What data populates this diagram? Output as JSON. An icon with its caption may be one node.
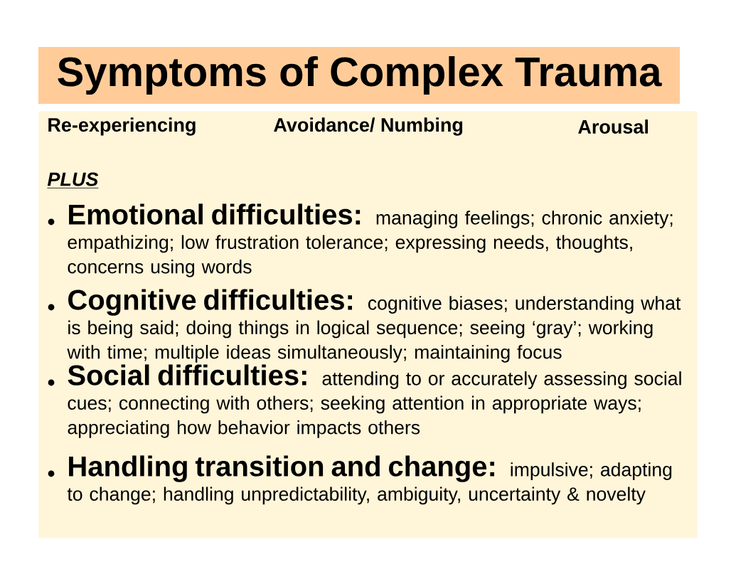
{
  "diagram": {
    "nodes": [
      {
        "text": [
          "Symptoms of Complex Trauma"
        ]
      },
      {
        "text": [
          "Re-experiencing",
          "Avoidance/ Numbing",
          "Arousal",
          "PLUS",
          "Emotional difficulties:",
          "managing feelings; chronic anxiety; empathizing; low frustration tolerance; expressing needs, thoughts, concerns using words",
          "Cognitive difficulties:",
          "cognitive biases; understanding what is being said; doing things in logical sequence; seeing ‘gray’; working with time; multiple ideas simultaneously; maintaining focus",
          "Social difficulties:",
          "attending to or accurately assessing social cues; connecting with others; seeking attention in appropriate ways; appreciating how behavior impacts others",
          "Handling transition and change:",
          "impulsive; adapting to change; handling unpredictability, ambiguity, uncertainty & novelty"
        ]
      }
    ]
  }
}
